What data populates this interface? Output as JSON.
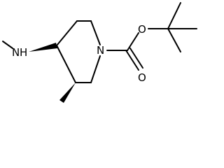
{
  "molecule": {
    "atoms": {
      "nitrogen_amine": "N",
      "hydrogen_amine": "H",
      "nitrogen_ring": "N",
      "oxygen_ester": "O",
      "oxygen_carbonyl": "O"
    },
    "colors": {
      "bond": "#000000",
      "label": "#000000",
      "background": "#ffffff"
    }
  }
}
